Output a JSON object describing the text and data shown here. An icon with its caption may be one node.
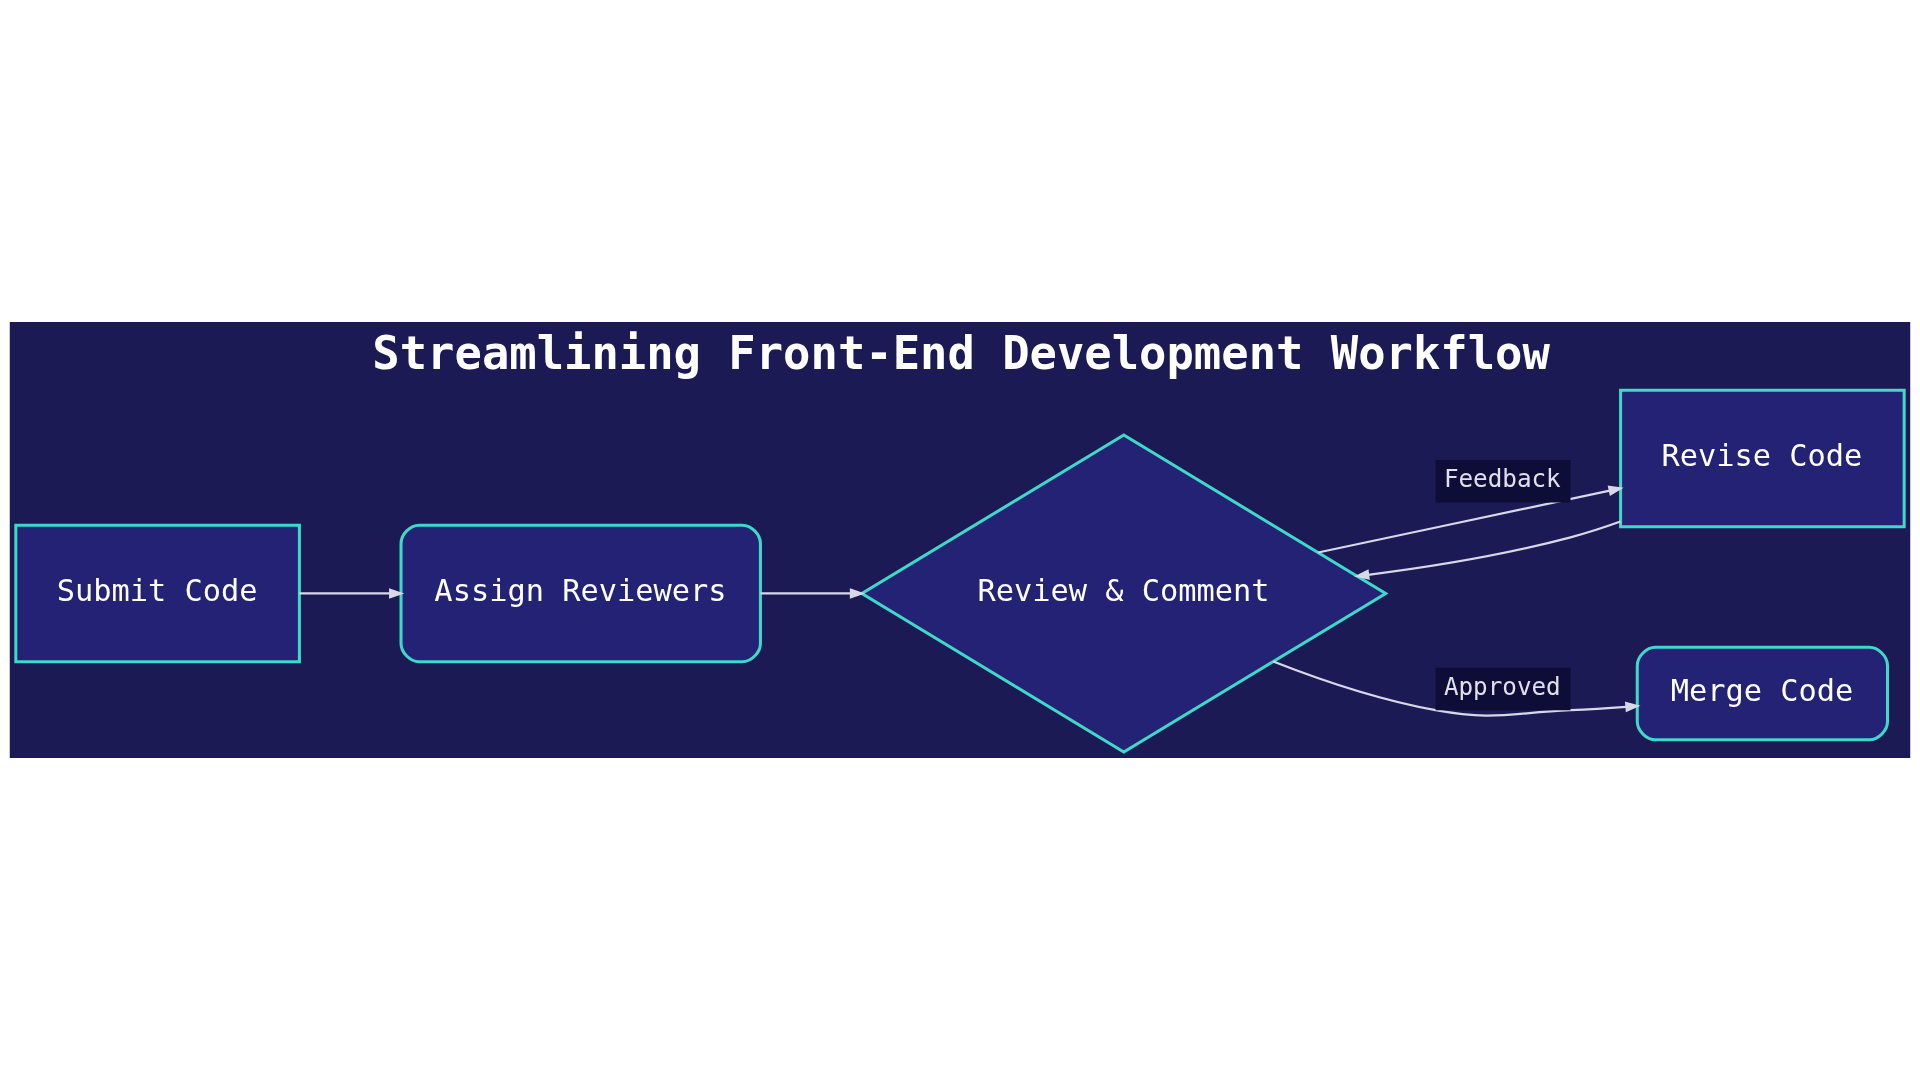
{
  "diagram": {
    "title": "Streamlining Front-End Development Workflow",
    "nodes": [
      {
        "text": [
          "Submit Code"
        ]
      },
      {
        "text": [
          "Assign Reviewers"
        ]
      },
      {
        "text": [
          "Review & Comment"
        ]
      },
      {
        "text": [
          "Revise Code"
        ]
      },
      {
        "text": [
          "Merge Code"
        ]
      }
    ],
    "edges": [
      {
        "from": 0,
        "to": 1,
        "arrow": "to"
      },
      {
        "from": 1,
        "to": 2,
        "arrow": "to"
      },
      {
        "from": 2,
        "to": 3,
        "arrow": "to",
        "label": "Feedback"
      },
      {
        "from": 3,
        "to": 2,
        "arrow": "to"
      },
      {
        "from": 2,
        "to": 4,
        "arrow": "to",
        "label": "Approved"
      }
    ]
  }
}
